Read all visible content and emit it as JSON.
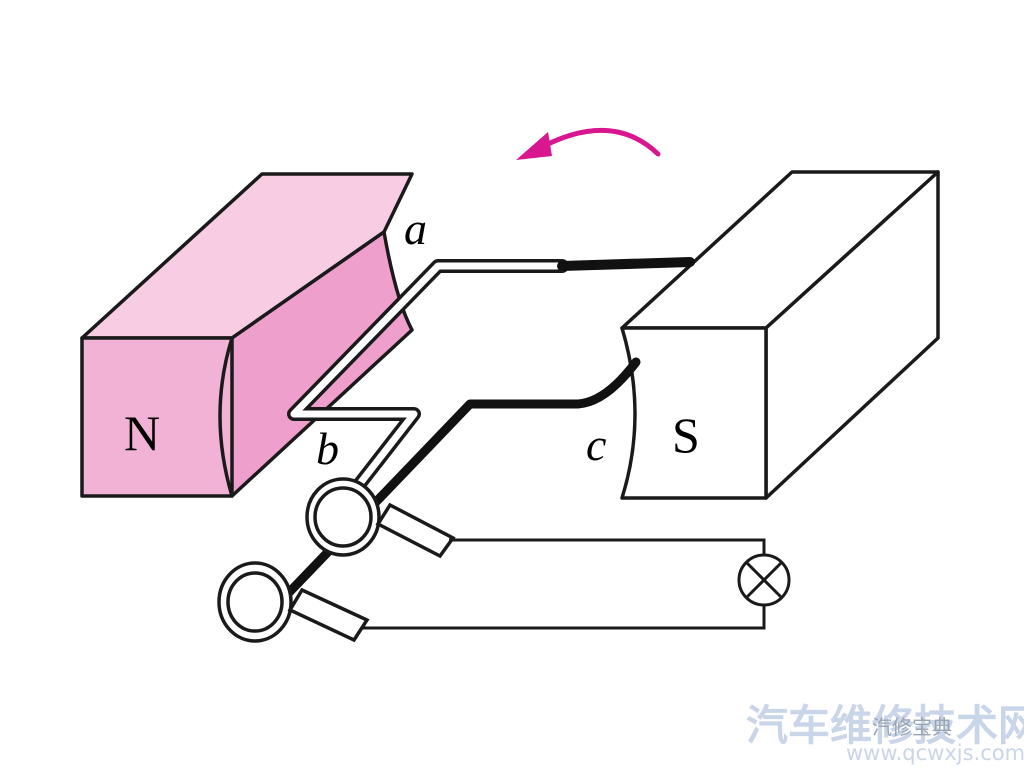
{
  "diagram": {
    "north_pole_label": "N",
    "south_pole_label": "S",
    "point_a": "a",
    "point_b": "b",
    "point_c": "c"
  },
  "watermark": {
    "main_text": "汽车维修技术网",
    "url": "www.qcwxjs.com",
    "account": "汽修宝典"
  },
  "colors": {
    "north_magnet": "#f2b2d5",
    "south_magnet": "#ffffff",
    "rotation_arrow": "#d8168f",
    "outline": "#1a1a1a",
    "watermark": "#c9d5e8"
  },
  "icons": {
    "lamp": "lamp-symbol-icon",
    "rotation": "rotation-arrow-icon"
  }
}
